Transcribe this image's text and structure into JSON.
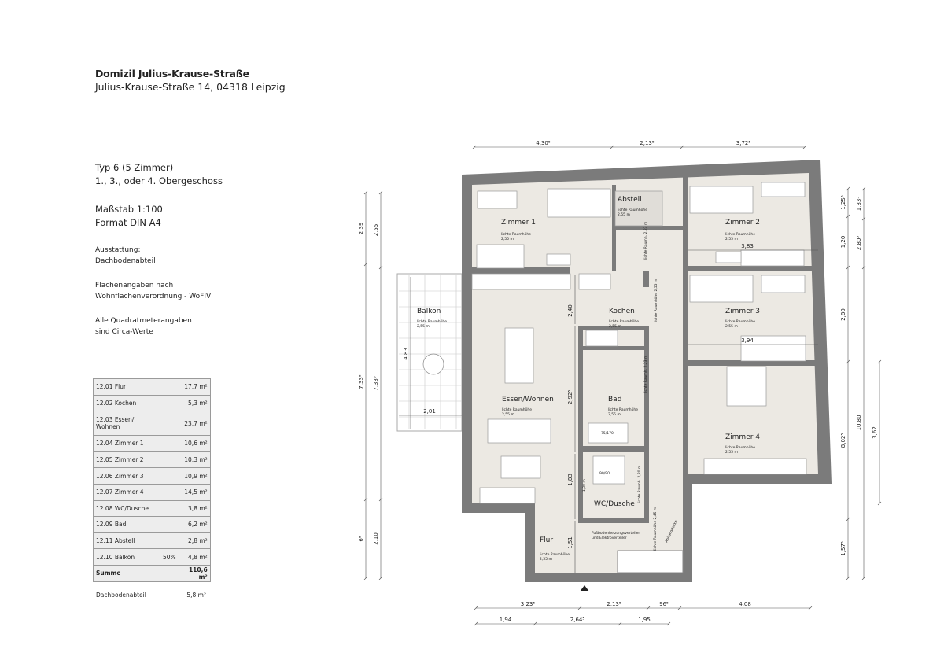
{
  "header": {
    "title": "Domizil Julius-Krause-Straße",
    "address": "Julius-Krause-Straße 14, 04318 Leipzig"
  },
  "info": {
    "type": "Typ 6 (5 Zimmer)",
    "floors": "1., 3., oder 4. Obergeschoss",
    "scale": "Maßstab 1:100",
    "format": "Format DIN A4",
    "equipment_label": "Ausstattung:",
    "equipment_value": "Dachbodenabteil",
    "area_note_1": "Flächenangaben nach",
    "area_note_2": "Wohnflächenverordnung - WoFIV",
    "approx_note_1": "Alle Quadratmeterangaben",
    "approx_note_2": "sind Circa-Werte"
  },
  "area_table": {
    "rows": [
      {
        "room": "12.01 Flur",
        "factor": "",
        "area": "17,7 m²"
      },
      {
        "room": "12.02 Kochen",
        "factor": "",
        "area": "5,3 m²"
      },
      {
        "room": "12.03 Essen/ Wohnen",
        "factor": "",
        "area": "23,7 m²"
      },
      {
        "room": "12.04 Zimmer 1",
        "factor": "",
        "area": "10,6 m²"
      },
      {
        "room": "12.05 Zimmer 2",
        "factor": "",
        "area": "10,3 m²"
      },
      {
        "room": "12.06 Zimmer 3",
        "factor": "",
        "area": "10,9 m²"
      },
      {
        "room": "12.07 Zimmer 4",
        "factor": "",
        "area": "14,5 m²"
      },
      {
        "room": "12.08 WC/Dusche",
        "factor": "",
        "area": "3,8 m²"
      },
      {
        "room": "12.09 Bad",
        "factor": "",
        "area": "6,2 m²"
      },
      {
        "room": "12.11 Abstell",
        "factor": "",
        "area": "2,8 m²"
      },
      {
        "room": "12.10 Balkon",
        "factor": "50%",
        "area": "4,8 m²"
      }
    ],
    "sum_label": "Summe",
    "sum_value": "110,6 m²",
    "extra_label": "Dachbodenabteil",
    "extra_value": "5,8 m²"
  },
  "plan": {
    "height_label": "lichte Raumhöhe",
    "height_value": "2,55 m",
    "rooms": {
      "zimmer1": "Zimmer 1",
      "abstell": "Abstell",
      "zimmer2": "Zimmer 2",
      "zimmer3": "Zimmer 3",
      "zimmer4": "Zimmer 4",
      "kochen": "Kochen",
      "balkon": "Balkon",
      "essen": "Essen/Wohnen",
      "bad": "Bad",
      "wc": "WC/Dusche",
      "flur": "Flur"
    },
    "notes": {
      "verteiler_1": "Fußbodenheizungsverteiler",
      "verteiler_2": "und Elektroverteiler",
      "abhang": "Abhangdecke",
      "h223": "lichte Raumh. 2,23 m",
      "h255": "lichte Raumhöhe 2,55 m",
      "h220": "lichte Raumh. 2,20 m",
      "h245": "lichte Raumhöhe 2,45 m",
      "shower": "90/90",
      "tub": "75/170",
      "h130": "1,30 m"
    },
    "dims_top": [
      "4,30⁵",
      "2,13⁵",
      "3,72⁵"
    ],
    "dims_bottom_1": [
      "3,23⁵",
      "2,13⁵",
      "96⁵",
      "4,08"
    ],
    "dims_bottom_2": [
      "1,94",
      "2,64⁵",
      "1,95"
    ],
    "dims_left_outer": [
      "2,39",
      "7,33⁵",
      "6⁵"
    ],
    "dims_left_inner": [
      "2,55",
      "7,33⁵",
      "2,10"
    ],
    "dims_right_1": [
      "1,25⁵",
      "1,20",
      "2,80",
      "8,02⁵",
      "1,57⁵"
    ],
    "dims_right_2": [
      "1,33⁵",
      "2,80⁵",
      "10,80"
    ],
    "dims_right_3": [
      "3,62"
    ],
    "dims_inner": {
      "z2": "3,83",
      "z3": "3,94",
      "balkon_w": "2,01",
      "balkon_h": "4,83",
      "e1": "2,40",
      "e2": "2,92⁵",
      "e3": "1,83",
      "e4": "1,51"
    }
  }
}
